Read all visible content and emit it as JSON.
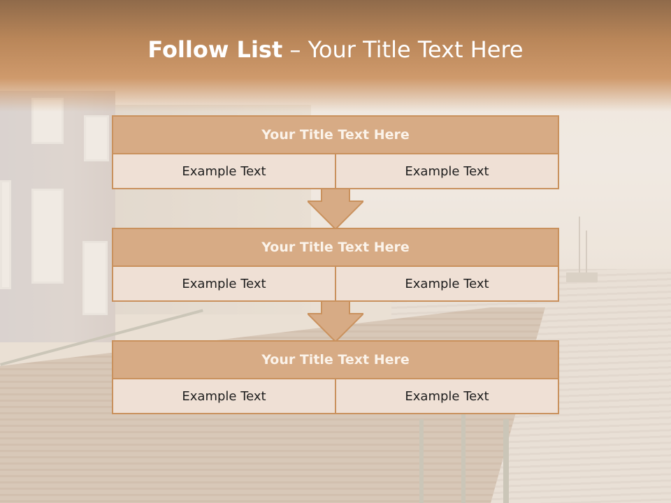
{
  "slide": {
    "title_bold": "Follow List",
    "title_rest": " – Your Title Text Here"
  },
  "steps": [
    {
      "title": "Your Title Text Here",
      "left": "Example Text",
      "right": "Example Text"
    },
    {
      "title": "Your Title Text Here",
      "left": "Example Text",
      "right": "Example Text"
    },
    {
      "title": "Your Title Text Here",
      "left": "Example Text",
      "right": "Example Text"
    }
  ],
  "colors": {
    "header_band": "#b98659",
    "box_title_fill": "#d7ab85",
    "box_cell_fill": "#efe0d5",
    "border": "#c9915d"
  }
}
